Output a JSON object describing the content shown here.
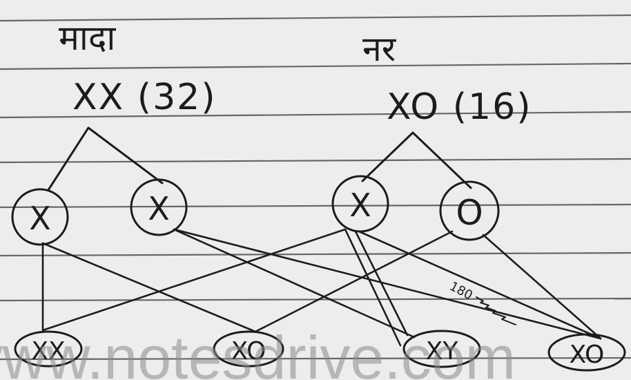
{
  "parents": {
    "female": {
      "label": "मादा",
      "genotype": "XX (32)"
    },
    "male": {
      "label": "नर",
      "genotype": "XO (16)"
    }
  },
  "gametes": [
    "X",
    "X",
    "X",
    "O"
  ],
  "offspring": [
    "XX",
    "XO",
    "XY",
    "XO"
  ],
  "cross_note": "180",
  "watermark": "www.notesdrive.com",
  "colors": {
    "ink": "#1c1c1c",
    "paper": "#ededed",
    "rule": "#3a3a3a"
  }
}
